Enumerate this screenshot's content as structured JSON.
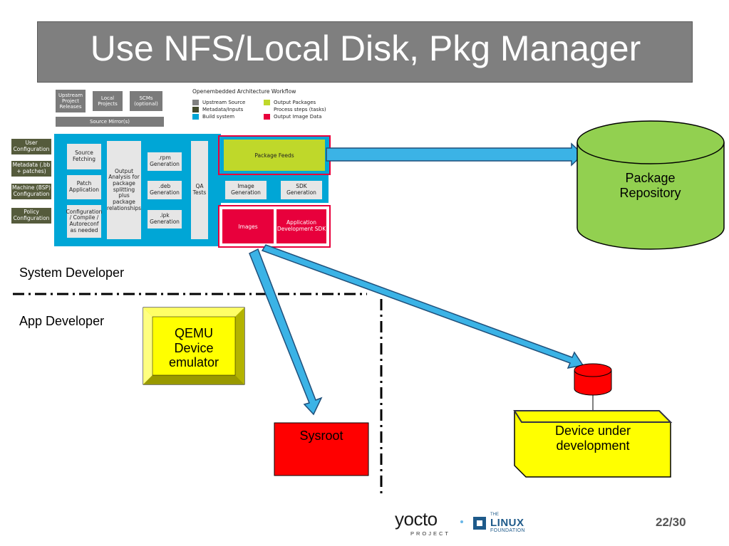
{
  "slide": {
    "title": "Use NFS/Local Disk, Pkg Manager",
    "page_number": "22/30"
  },
  "workflow": {
    "heading": "Openembedded Architecture Workflow",
    "legend": [
      {
        "label": "Upstream Source",
        "color": "#808080"
      },
      {
        "label": "Metadata/Inputs",
        "color": "#444a2c"
      },
      {
        "label": "Build system",
        "color": "#00a6d6"
      },
      {
        "label": "Output Packages",
        "color": "#bfd82a"
      },
      {
        "label": "Process steps (tasks)",
        "color": ""
      },
      {
        "label": "Output Image Data",
        "color": "#e8003c"
      }
    ],
    "upstream": [
      "Upstream Project Releases",
      "Local Projects",
      "SCMs (optional)"
    ],
    "source_mirror": "Source Mirror(s)",
    "inputs": [
      "User Configuration",
      "Metadata (.bb + patches)",
      "Machine (BSP) Configuration",
      "Policy Configuration"
    ],
    "steps": [
      "Source Fetching",
      "Patch Application",
      "Configuration / Compile / Autoreconf as needed"
    ],
    "output_analysis": "Output Analysis for package splitting plus package relationships",
    "generation": [
      ".rpm Generation",
      ".deb Generation",
      ".ipk Generation"
    ],
    "qa": "QA Tests",
    "package_feeds": "Package Feeds",
    "image_generation": "Image Generation",
    "sdk_generation": "SDK Generation",
    "images": "Images",
    "app_sdk": "Application Development SDK"
  },
  "package_repository": "Package Repository",
  "system_developer_label": "System Developer",
  "app_developer_label": "App Developer",
  "qemu_label": "QEMU Device emulator",
  "sysroot_label": "Sysroot",
  "device_label": "Device under development",
  "footer": {
    "yocto": "yocto",
    "yocto_sub": "PROJECT",
    "linux_the": "THE",
    "linux": "LINUX",
    "foundation": "FOUNDATION"
  },
  "colors": {
    "title_bg": "#7f7f7f",
    "build_system": "#00a6d6",
    "output_packages": "#bfd82a",
    "output_image": "#e8003c",
    "repository_green": "#92d050",
    "qemu_yellow": "#ffff00",
    "sysroot_red": "#ff0000",
    "arrow_blue": "#3bb3e6"
  }
}
